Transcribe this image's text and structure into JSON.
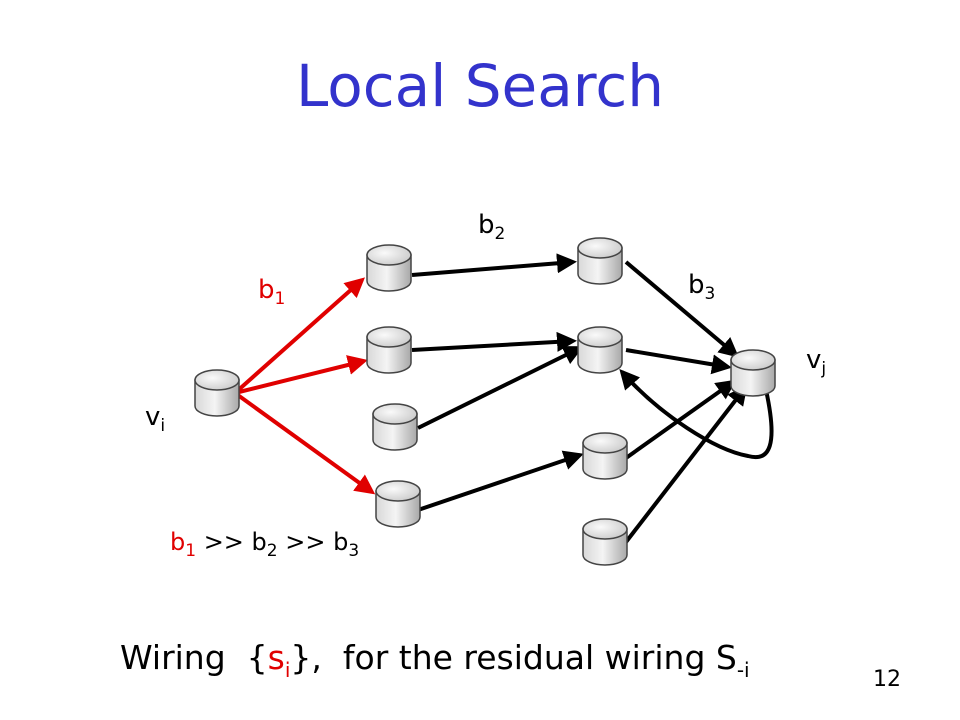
{
  "title": "Local Search",
  "labels": {
    "b1": {
      "base": "b",
      "sub": "1"
    },
    "b2": {
      "base": "b",
      "sub": "2"
    },
    "b3": {
      "base": "b",
      "sub": "3"
    },
    "vi": {
      "base": "v",
      "sub": "i"
    },
    "vj": {
      "base": "v",
      "sub": "j"
    }
  },
  "ordering": {
    "b1": "b",
    "s1": "1",
    "op1": " >> ",
    "b2": "b",
    "s2": "2",
    "op2": " >> ",
    "b3": "b",
    "s3": "3"
  },
  "caption": {
    "part1": "Wiring  {",
    "s": "s",
    "s_sub": "i",
    "part2": "},  for the residual wiring S",
    "S_sub": "-i"
  },
  "page_number": "12",
  "colors": {
    "title": "#3333cc",
    "highlight": "#e00000",
    "edge": "#000000"
  }
}
